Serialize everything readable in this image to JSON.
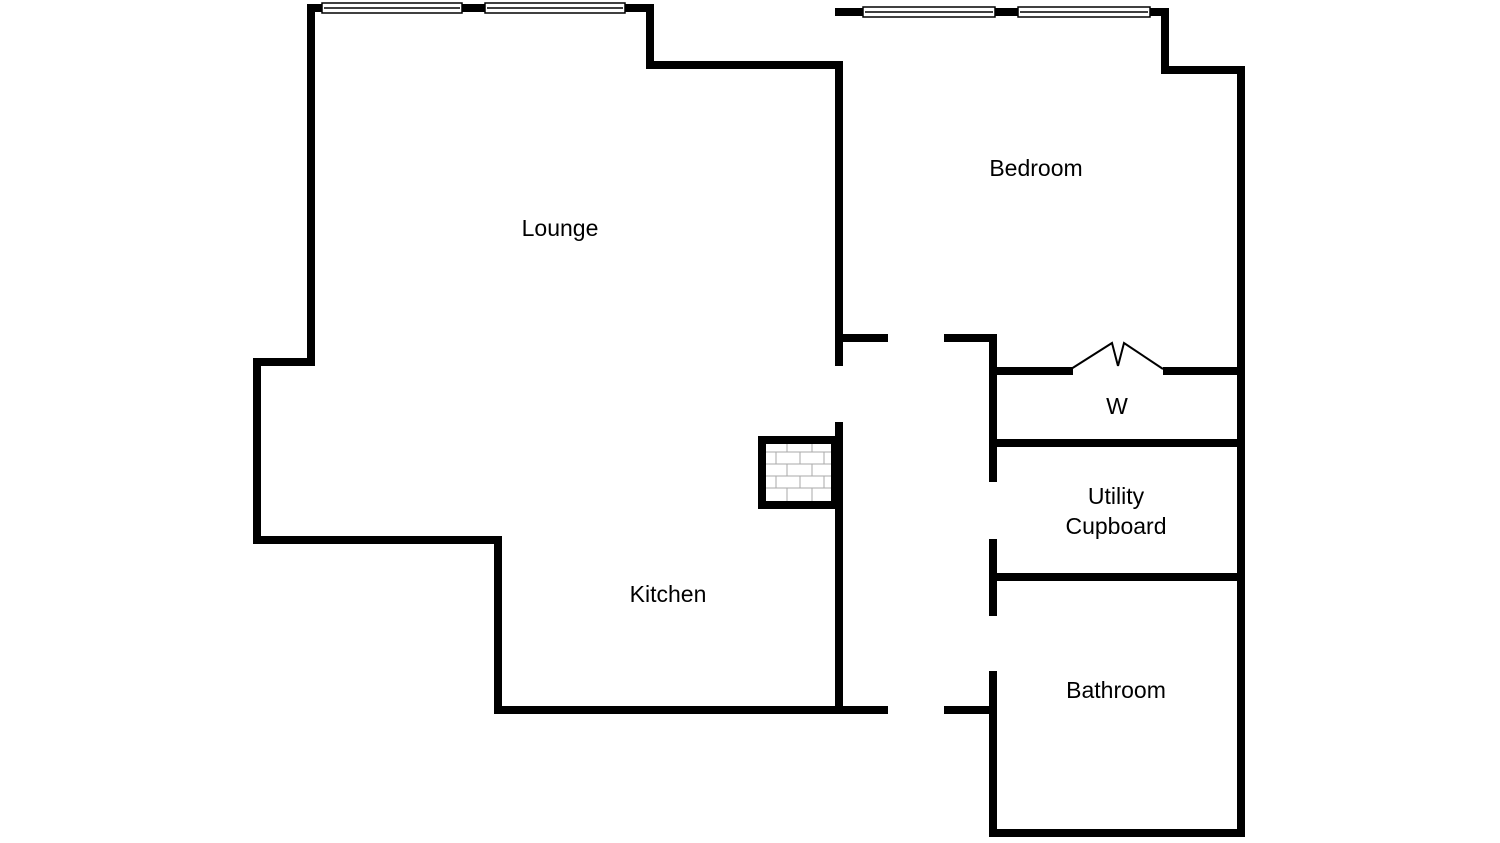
{
  "plan": {
    "rooms": [
      {
        "id": "lounge",
        "label": "Lounge"
      },
      {
        "id": "bedroom",
        "label": "Bedroom"
      },
      {
        "id": "kitchen",
        "label": "Kitchen"
      },
      {
        "id": "wardrobe",
        "label": "W"
      },
      {
        "id": "utility",
        "label_lines": [
          "Utility",
          "Cupboard"
        ]
      },
      {
        "id": "bathroom",
        "label": "Bathroom"
      }
    ],
    "colors": {
      "wall": "#000000",
      "background": "#ffffff",
      "window_frame": "#000000",
      "tile_line": "#aaaaaa"
    },
    "icons": [
      "window-icon",
      "bifold-door-icon",
      "brick-chimney-icon"
    ]
  }
}
